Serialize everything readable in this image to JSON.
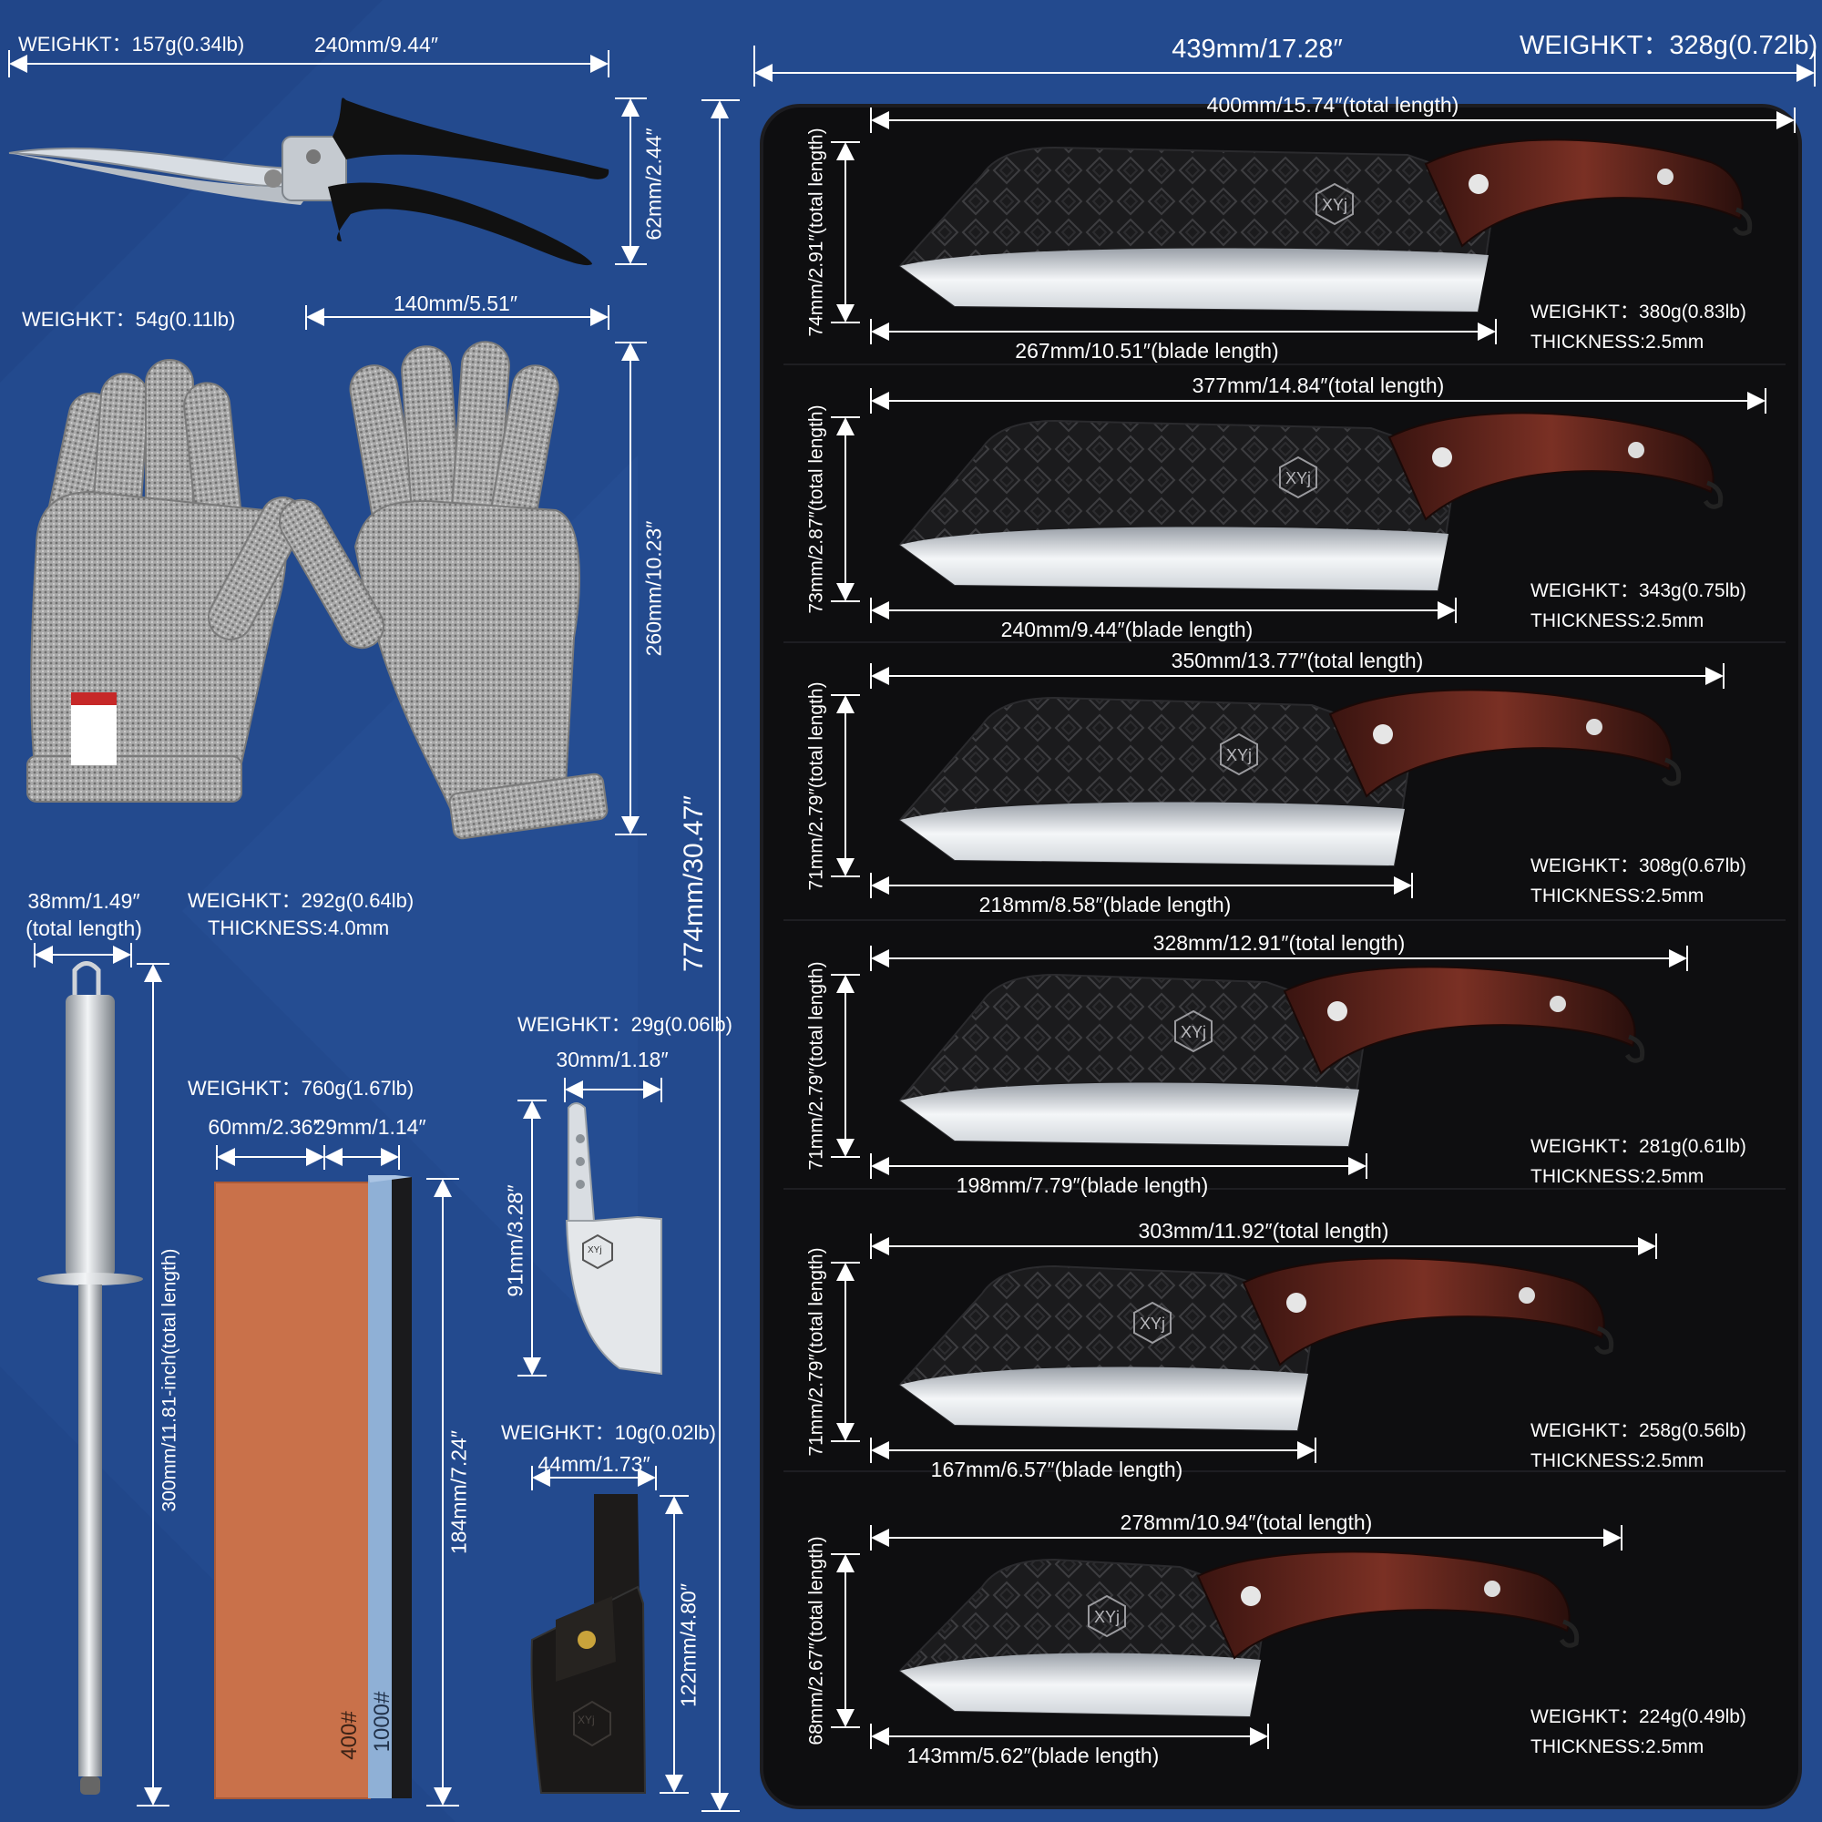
{
  "header": {
    "total_width": "439mm/17.28″",
    "roll_weight": "WEIGHKT：328g(0.72lb)",
    "total_height": "774mm/30.47″"
  },
  "shears": {
    "weight": "WEIGHKT：157g(0.34lb)",
    "length": "240mm/9.44″",
    "height": "62mm/2.44″",
    "icon": "kitchen-shears"
  },
  "gloves": {
    "weight": "WEIGHKT：54g(0.11lb)",
    "width": "140mm/5.51″",
    "height": "260mm/10.23″",
    "icon": "cut-resistant-gloves"
  },
  "rod": {
    "width": "38mm/1.49″",
    "width_note": "(total length)",
    "weight": "WEIGHKT：292g(0.64lb)",
    "thickness": "THICKNESS:4.0mm",
    "length": "300mm/11.81-inch(total length)",
    "icon": "honing-rod"
  },
  "stone": {
    "weight": "WEIGHKT：760g(1.67lb)",
    "width": "60mm/2.36″",
    "thickness": "29mm/1.14″",
    "height": "184mm/7.24″",
    "grit_a": "400#",
    "grit_b": "1000#",
    "colors": {
      "coarse": "#c9714a",
      "fine": "#8fb0d6"
    }
  },
  "mini_knife": {
    "weight": "WEIGHKT：29g(0.06lb)",
    "width": "30mm/1.18″",
    "height": "91mm/3.28″",
    "logo": "XYj"
  },
  "sheath": {
    "weight": "WEIGHKT：10g(0.02lb)",
    "width": "44mm/1.73″",
    "height": "122mm/4.80″",
    "logo": "XYj"
  },
  "knives": [
    {
      "total": "400mm/15.74″(total length)",
      "blade": "267mm/10.51″(blade length)",
      "height": "74mm/2.91″(total length)",
      "weight": "WEIGHKT：380g(0.83lb)",
      "thickness": "THICKNESS:2.5mm"
    },
    {
      "total": "377mm/14.84″(total length)",
      "blade": "240mm/9.44″(blade length)",
      "height": "73mm/2.87″(total length)",
      "weight": "WEIGHKT：343g(0.75lb)",
      "thickness": "THICKNESS:2.5mm"
    },
    {
      "total": "350mm/13.77″(total length)",
      "blade": "218mm/8.58″(blade length)",
      "height": "71mm/2.79″(total length)",
      "weight": "WEIGHKT：308g(0.67lb)",
      "thickness": "THICKNESS:2.5mm"
    },
    {
      "total": "328mm/12.91″(total length)",
      "blade": "198mm/7.79″(blade length)",
      "height": "71mm/2.79″(total length)",
      "weight": "WEIGHKT：281g(0.61lb)",
      "thickness": "THICKNESS:2.5mm"
    },
    {
      "total": "303mm/11.92″(total length)",
      "blade": "167mm/6.57″(blade length)",
      "height": "71mm/2.79″(total length)",
      "weight": "WEIGHKT：258g(0.56lb)",
      "thickness": "THICKNESS:2.5mm"
    },
    {
      "total": "278mm/10.94″(total length)",
      "blade": "143mm/5.62″(blade length)",
      "height": "68mm/2.67″(total length)",
      "weight": "WEIGHKT：224g(0.49lb)",
      "thickness": "THICKNESS:2.5mm"
    }
  ],
  "knife_logo": "XYj",
  "colors": {
    "background": "#234a8e",
    "roll": "#0e0e10",
    "handle": "#6b2a22",
    "steel": "#dfe3e8"
  }
}
